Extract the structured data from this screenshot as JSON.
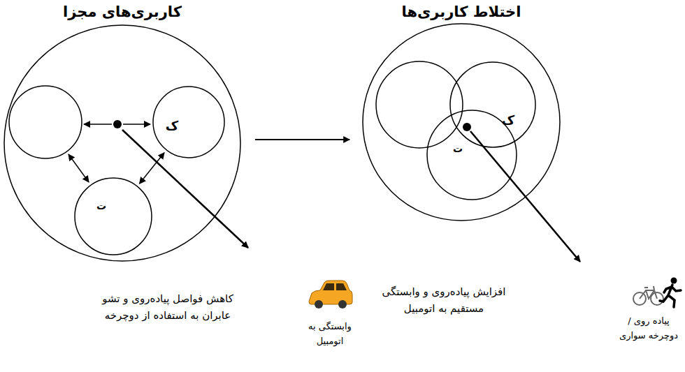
{
  "diagram": {
    "nodes": [
      {
        "text": [
          "کاربری‌های مجزا"
        ]
      },
      {
        "text": [
          "ک"
        ],
        "in": 0
      },
      {
        "text": [
          "ت"
        ],
        "in": 0
      },
      {
        "text": [
          "اختلاط کاربری‌ها"
        ]
      },
      {
        "text": [
          "ک"
        ],
        "in": 3
      },
      {
        "text": [
          "ت"
        ],
        "in": 3
      }
    ],
    "edges": [
      {
        "from": 1,
        "to": 2,
        "arrow": "both"
      },
      {
        "from": 0,
        "to": 3,
        "arrow": "to"
      }
    ],
    "labels": [
      "کاهش فواصل پیاده‌روی و تشو عابران به استفاده از دوچرخه",
      "وابستگی به اتومبیل",
      "افزایش پیاده‌روی و وابستگی مستقیم به اتومبیل",
      "پیاده روی /دوچرخه سواری"
    ]
  }
}
